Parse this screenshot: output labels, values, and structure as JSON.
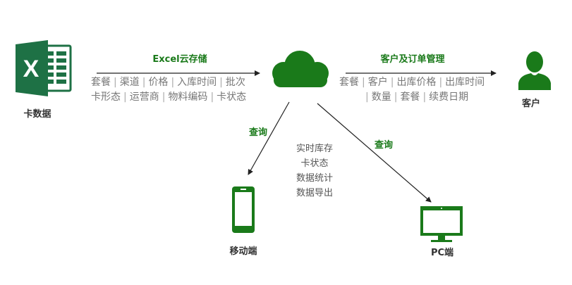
{
  "colors": {
    "brand_green": "#1a7a1a",
    "excel_green": "#1e7145",
    "arrow": "#222222",
    "gray_text": "#777777"
  },
  "nodes": {
    "card_data": {
      "label": "卡数据",
      "icon": "excel-icon",
      "icon_letter": "X"
    },
    "cloud": {
      "icon": "cloud-icon"
    },
    "customer": {
      "label": "客户",
      "icon": "person-icon"
    },
    "mobile": {
      "label": "移动端",
      "icon": "phone-icon"
    },
    "pc": {
      "label": "PC端",
      "icon": "monitor-icon"
    }
  },
  "edges": {
    "excel_to_cloud": {
      "label": "Excel云存储",
      "fields_line1": [
        "套餐",
        "渠道",
        "价格",
        "入库时间",
        "批次"
      ],
      "fields_line2": [
        "卡形态",
        "运营商",
        "物料编码",
        "卡状态"
      ]
    },
    "cloud_to_customer": {
      "label": "客户及订单管理",
      "fields_line1": [
        "套餐",
        "客户",
        "出库价格",
        "出库时间"
      ],
      "fields_line2": [
        "数量",
        "套餐",
        "续费日期"
      ]
    },
    "cloud_to_mobile": {
      "label": "查询"
    },
    "cloud_to_pc": {
      "label": "查询"
    }
  },
  "functions": [
    "实时库存",
    "卡状态",
    "数据统计",
    "数据导出"
  ]
}
